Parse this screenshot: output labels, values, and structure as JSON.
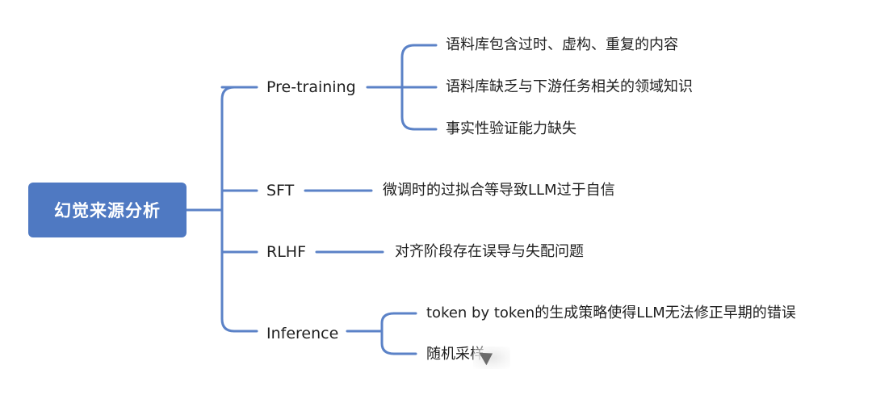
{
  "root": {
    "label": "幻觉来源分析"
  },
  "branches": [
    {
      "label": "Pre-training",
      "leaves": [
        "语料库包含过时、虚构、重复的内容",
        "语料库缺乏与下游任务相关的领域知识",
        "事实性验证能力缺失"
      ]
    },
    {
      "label": "SFT",
      "leaves": [
        "微调时的过拟合等导致LLM过于自信"
      ]
    },
    {
      "label": "RLHF",
      "leaves": [
        "对齐阶段存在误导与失配问题"
      ]
    },
    {
      "label": "Inference",
      "leaves": [
        "token by token的生成策略使得LLM无法修正早期的错误",
        "随机采样"
      ]
    }
  ],
  "colors": {
    "root_fill": "#4f79c2",
    "connector": "#5b82c7",
    "text": "#1f1f1f"
  }
}
